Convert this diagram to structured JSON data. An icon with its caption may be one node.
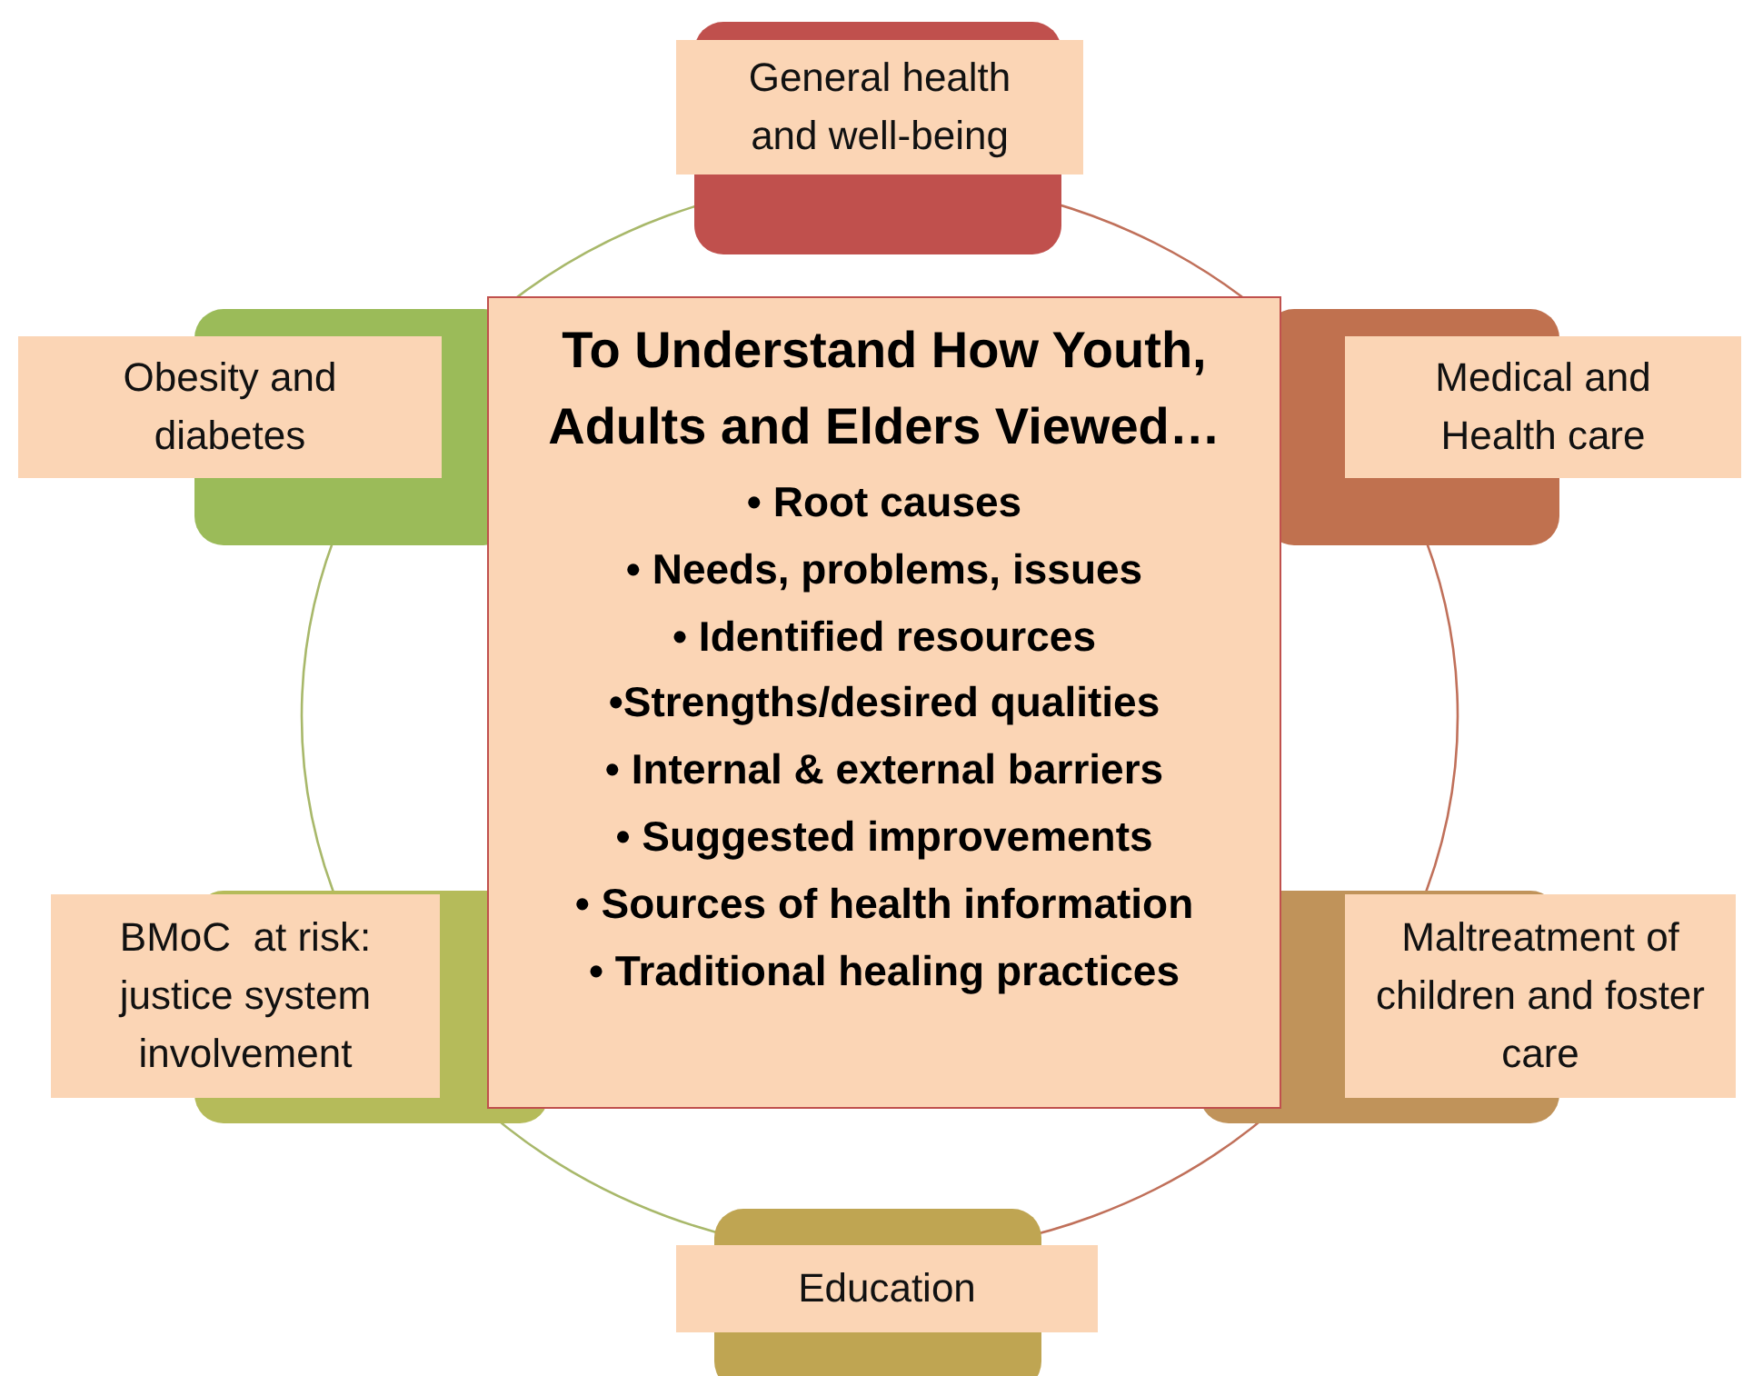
{
  "diagram": {
    "nodes": [
      {
        "text": [
          "General health and well-being"
        ]
      },
      {
        "text": [
          "Obesity and diabetes"
        ]
      },
      {
        "text": [
          "To Understand How Youth, Adults and Elders Viewed…",
          "• Root causes",
          "• Needs, problems, issues",
          "• Identified resources",
          "•Strengths/desired qualities",
          "• Internal & external barriers",
          "• Suggested improvements",
          "• Sources of health information",
          "• Traditional healing practices"
        ]
      },
      {
        "text": [
          "Medical and Health care"
        ]
      },
      {
        "text": [
          "BMoC  at risk: justice system involvement"
        ]
      },
      {
        "text": [
          "Maltreatment of children and foster care"
        ]
      },
      {
        "text": [
          "Education"
        ]
      }
    ]
  }
}
